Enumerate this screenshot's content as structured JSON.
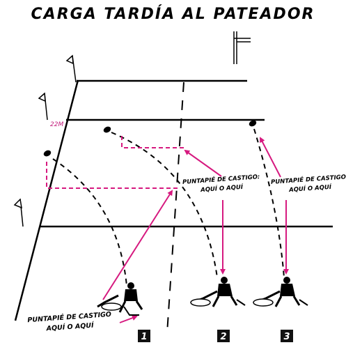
{
  "title": "CARGA TARDÍA AL PATEADOR",
  "line_label_22m": "22M",
  "annotation_center": [
    "PUNTAPIÉ DE CASTIGO:",
    "AQUÍ O AQUÍ"
  ],
  "annotation_right": [
    "PUNTAPIÉ DE CASTIGO:",
    "AQUÍ O AQUÍ"
  ],
  "annotation_bottom": [
    "PUNTAPIÉ DE CASTIGO",
    "AQUÍ O AQUÍ"
  ],
  "scenarios": [
    "1",
    "2",
    "3"
  ],
  "colors": {
    "arrow": "#d6197f",
    "line": "#000000",
    "badge": "#111111"
  }
}
